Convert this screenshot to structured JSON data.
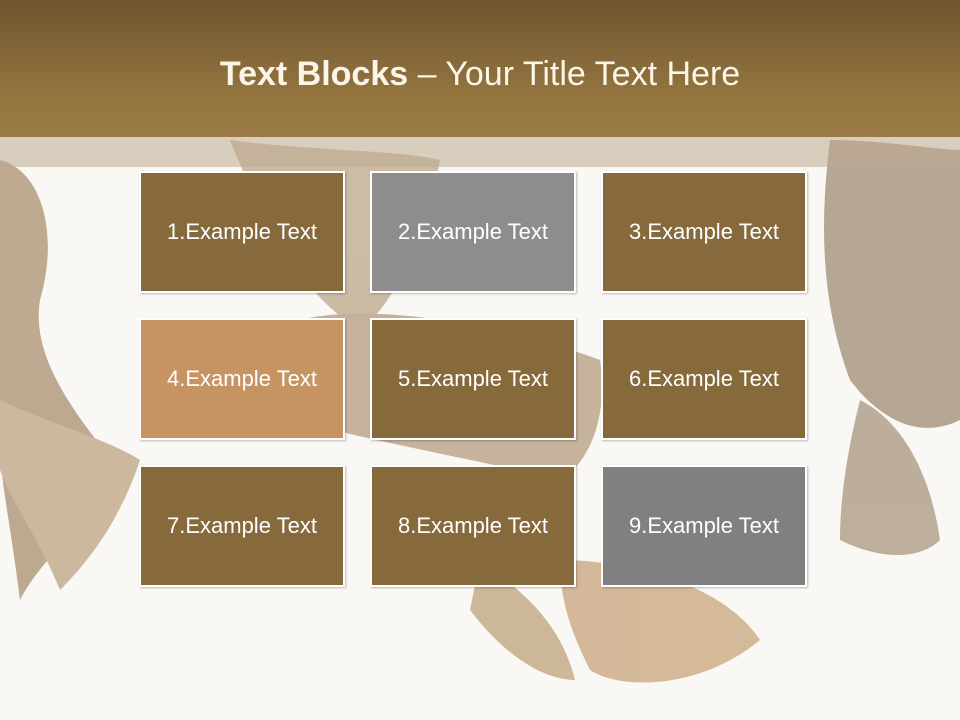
{
  "title": {
    "bold": "Text Blocks",
    "dash": " – ",
    "regular": "Your Title Text Here"
  },
  "blocks": [
    {
      "label": "1.Example Text",
      "color": "#866a3b"
    },
    {
      "label": "2.Example Text",
      "color": "#8d8d8d"
    },
    {
      "label": "3.Example Text",
      "color": "#866a3b"
    },
    {
      "label": "4.Example Text",
      "color": "#c69463"
    },
    {
      "label": "5.Example Text",
      "color": "#866a3b"
    },
    {
      "label": "6.Example Text",
      "color": "#866a3b"
    },
    {
      "label": "7.Example Text",
      "color": "#866a3b"
    },
    {
      "label": "8.Example Text",
      "color": "#866a3b"
    },
    {
      "label": "9.Example Text",
      "color": "#808080"
    }
  ],
  "colors": {
    "header": "#8a6c3a",
    "background": "#faf8f4",
    "title_text": "#fbf5ea"
  }
}
